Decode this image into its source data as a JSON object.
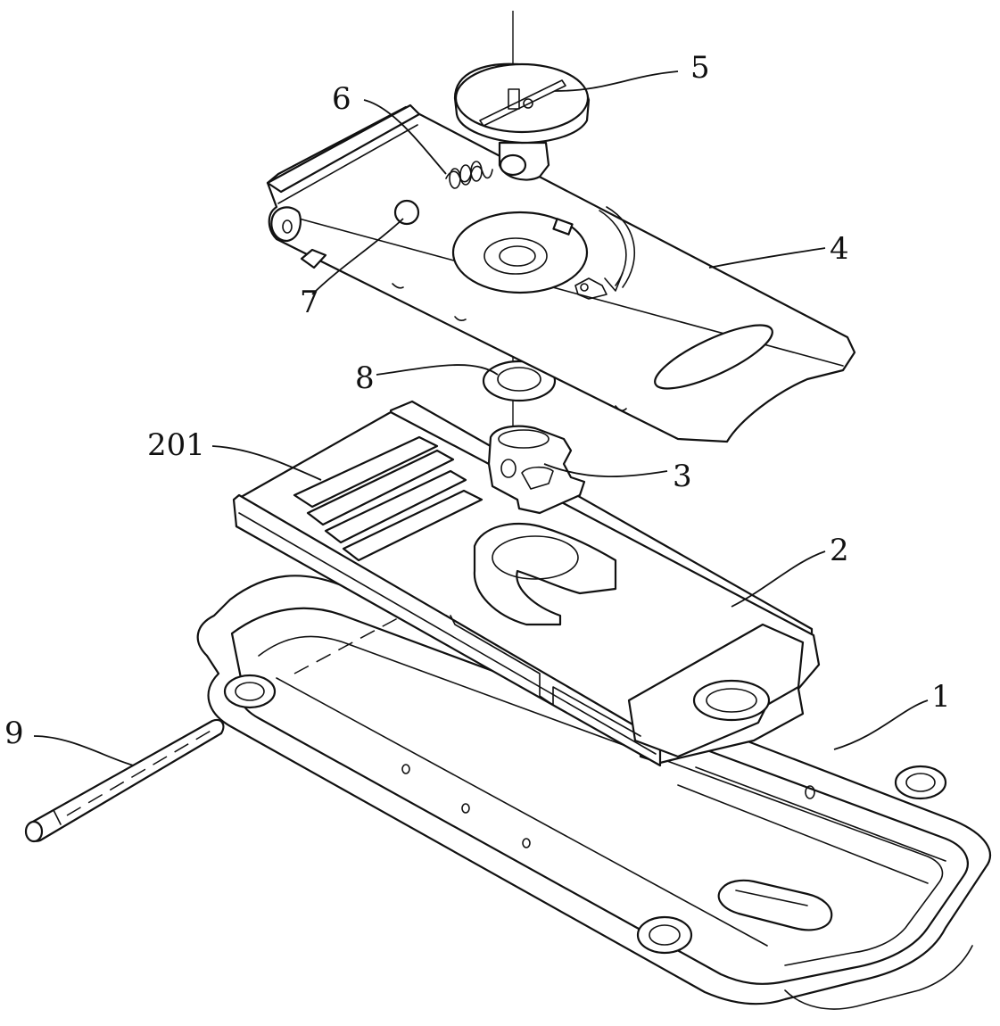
{
  "figure": {
    "callouts": [
      {
        "key": "c5",
        "text": "5"
      },
      {
        "key": "c6",
        "text": "6"
      },
      {
        "key": "c4",
        "text": "4"
      },
      {
        "key": "c7",
        "text": "7"
      },
      {
        "key": "c8",
        "text": "8"
      },
      {
        "key": "c201",
        "text": "201"
      },
      {
        "key": "c3",
        "text": "3"
      },
      {
        "key": "c2",
        "text": "2"
      },
      {
        "key": "c1",
        "text": "1"
      },
      {
        "key": "c9",
        "text": "9"
      }
    ]
  }
}
